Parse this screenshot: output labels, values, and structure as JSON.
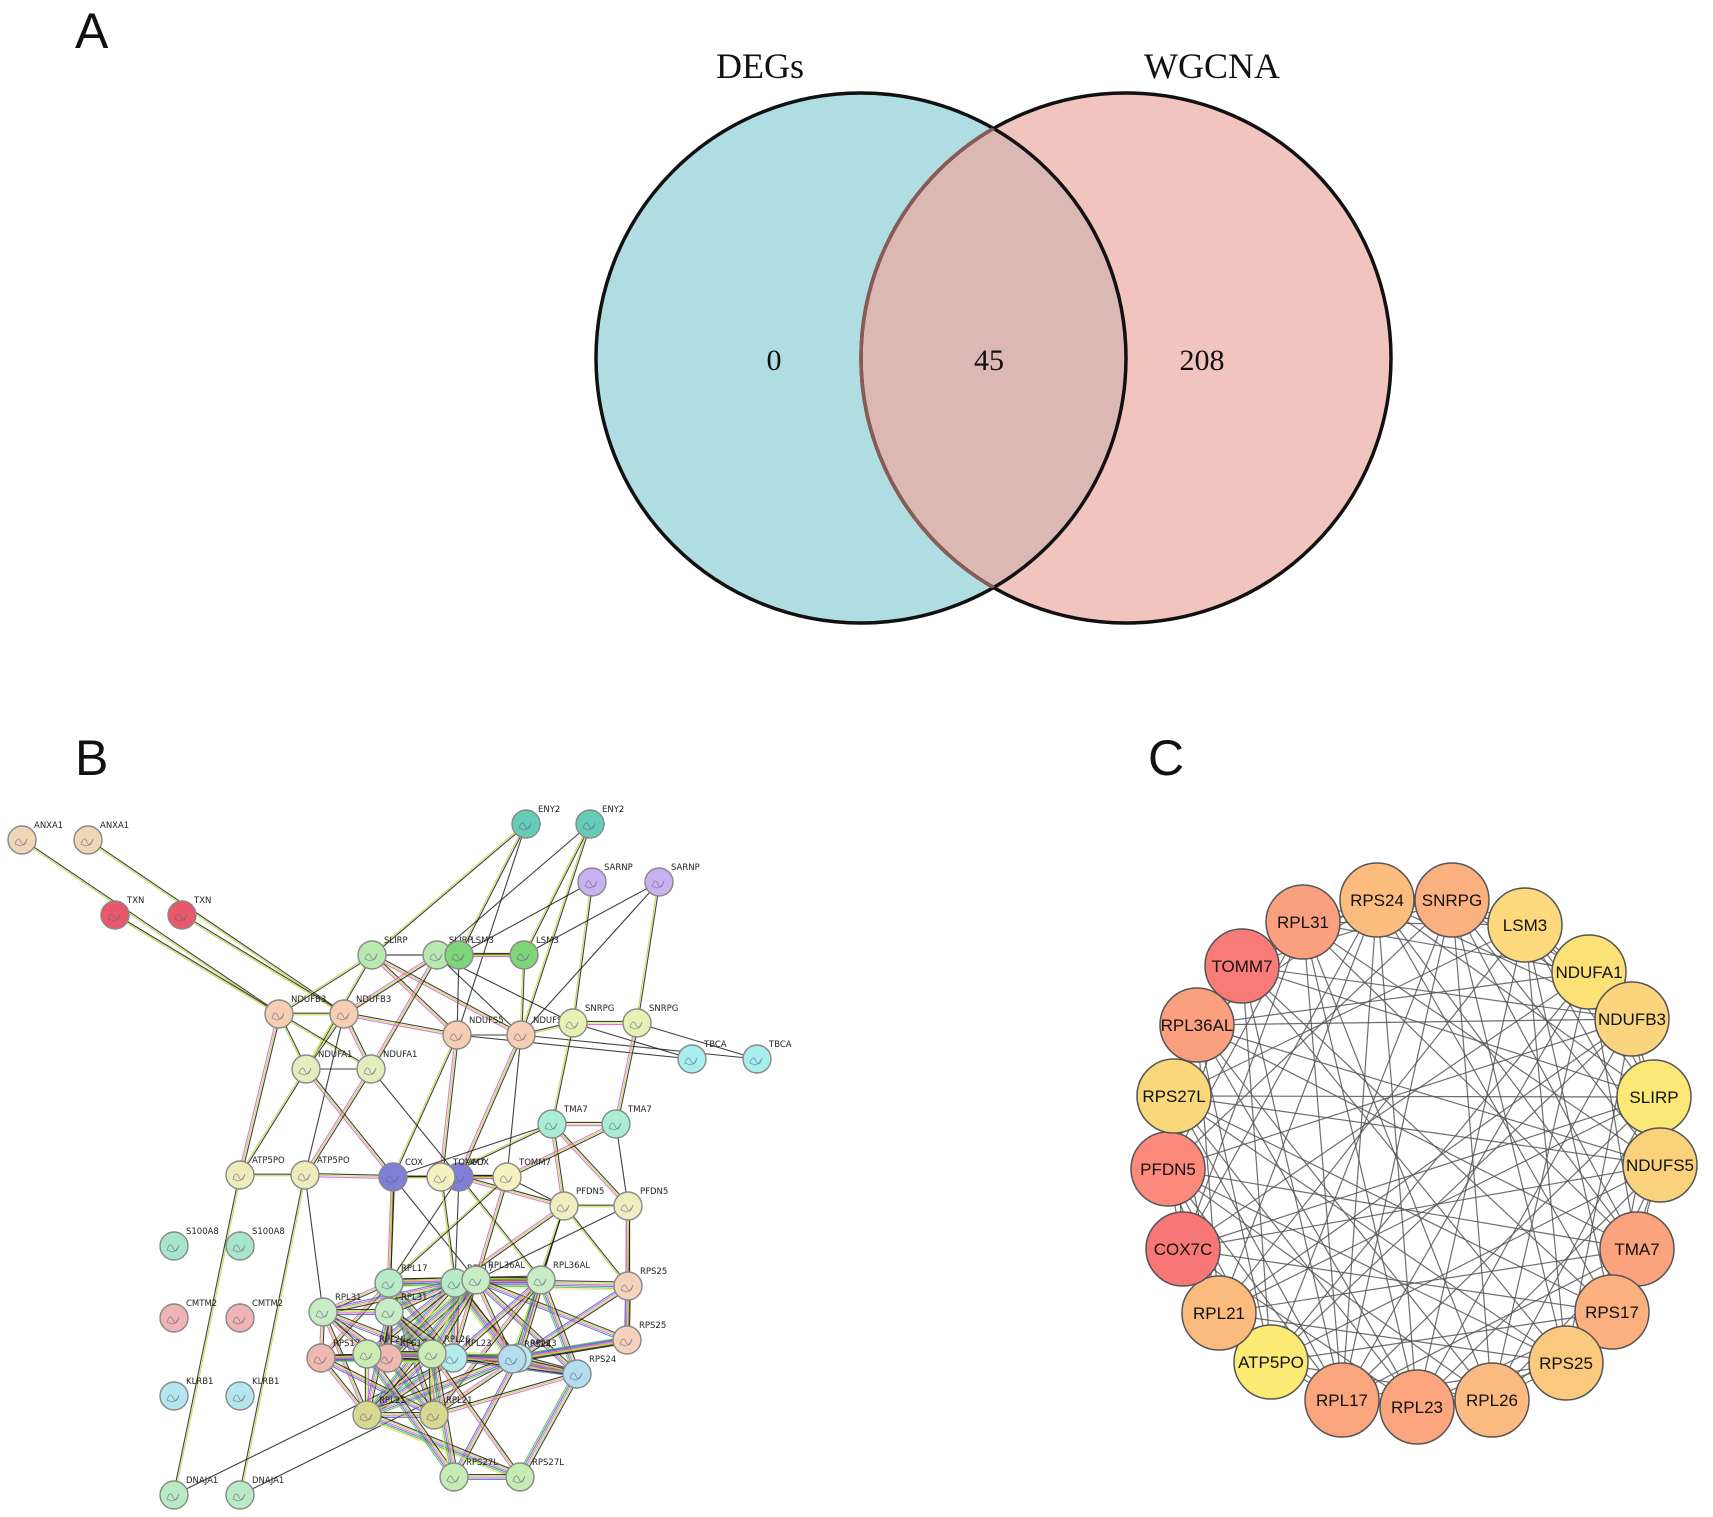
{
  "panels": {
    "a": {
      "letter": "A"
    },
    "b": {
      "letter": "B"
    },
    "c": {
      "letter": "C"
    }
  },
  "venn": {
    "sets": [
      {
        "name": "DEGs",
        "color": "#b0dde2"
      },
      {
        "name": "WGCNA",
        "color": "#f2c4bf"
      }
    ],
    "overlap_color": "#dbb8b3",
    "counts": {
      "degs_only": "0",
      "intersection": "45",
      "wgcna_only": "208"
    }
  },
  "string_network": {
    "nodes": [
      {
        "label": "ANXA1",
        "color": "#f1d5b7"
      },
      {
        "label": "ANXA1",
        "color": "#f1d5b7"
      },
      {
        "label": "TXN",
        "color": "#e8576a"
      },
      {
        "label": "TXN",
        "color": "#e8576a"
      },
      {
        "label": "ENY2",
        "color": "#66ccb8"
      },
      {
        "label": "ENY2",
        "color": "#66ccb8"
      },
      {
        "label": "SARNP",
        "color": "#c9b2f0"
      },
      {
        "label": "SARNP",
        "color": "#c9b2f0"
      },
      {
        "label": "SLIRP",
        "color": "#b8eab0"
      },
      {
        "label": "SLIRP",
        "color": "#b8eab0"
      },
      {
        "label": "LSM3",
        "color": "#7fd67a"
      },
      {
        "label": "LSM3",
        "color": "#7fd67a"
      },
      {
        "label": "NDUFB3",
        "color": "#f5ceb3"
      },
      {
        "label": "NDUFB3",
        "color": "#f5ceb3"
      },
      {
        "label": "NDUFS5",
        "color": "#f5ceb3"
      },
      {
        "label": "NDUFS5",
        "color": "#f5ceb3"
      },
      {
        "label": "SNRPG",
        "color": "#e6f2b4"
      },
      {
        "label": "SNRPG",
        "color": "#e6f2b4"
      },
      {
        "label": "TBCA",
        "color": "#a8eeee"
      },
      {
        "label": "TBCA",
        "color": "#a8eeee"
      },
      {
        "label": "NDUFA1",
        "color": "#e4eebc"
      },
      {
        "label": "NDUFA1",
        "color": "#e4eebc"
      },
      {
        "label": "TMA7",
        "color": "#a8eed2"
      },
      {
        "label": "TMA7",
        "color": "#a8eed2"
      },
      {
        "label": "ATP5PO",
        "color": "#eeecbb"
      },
      {
        "label": "ATP5PO",
        "color": "#eeecbb"
      },
      {
        "label": "COX",
        "color": "#7f7fd8"
      },
      {
        "label": "COX",
        "color": "#7f7fd8"
      },
      {
        "label": "TOMM7",
        "color": "#f5f2c0"
      },
      {
        "label": "TOMM7",
        "color": "#f5f2c0"
      },
      {
        "label": "PFDN5",
        "color": "#eeeec0"
      },
      {
        "label": "PFDN5",
        "color": "#eeeec0"
      },
      {
        "label": "S100A8",
        "color": "#a8e6cc"
      },
      {
        "label": "S100A8",
        "color": "#a8e6cc"
      },
      {
        "label": "CMTM2",
        "color": "#f0b4b4"
      },
      {
        "label": "CMTM2",
        "color": "#f0b4b4"
      },
      {
        "label": "KLRB1",
        "color": "#b4e6f0"
      },
      {
        "label": "KLRB1",
        "color": "#b4e6f0"
      },
      {
        "label": "DNAJA1",
        "color": "#b8ebc4"
      },
      {
        "label": "DNAJA1",
        "color": "#b8ebc4"
      },
      {
        "label": "RPL17",
        "color": "#b8ecc8"
      },
      {
        "label": "RPL17",
        "color": "#b8ecc8"
      },
      {
        "label": "RPL36AL",
        "color": "#c8ecc4"
      },
      {
        "label": "RPL36AL",
        "color": "#c8ecc4"
      },
      {
        "label": "RPL31",
        "color": "#c8ecc4"
      },
      {
        "label": "RPL31",
        "color": "#c8ecc4"
      },
      {
        "label": "RPS25",
        "color": "#f5d2bc"
      },
      {
        "label": "RPS25",
        "color": "#f5d2bc"
      },
      {
        "label": "RPS17",
        "color": "#f0b8b0"
      },
      {
        "label": "RPS17",
        "color": "#f0b8b0"
      },
      {
        "label": "RPL23",
        "color": "#b4ecec"
      },
      {
        "label": "RPL23",
        "color": "#b4ecec"
      },
      {
        "label": "RPL21",
        "color": "#d8d890"
      },
      {
        "label": "RPL21",
        "color": "#d8d890"
      },
      {
        "label": "RPS24",
        "color": "#b4ddee"
      },
      {
        "label": "RPS24",
        "color": "#b4ddee"
      },
      {
        "label": "RPL26",
        "color": "#cdecb4"
      },
      {
        "label": "RPL26",
        "color": "#cdecb4"
      },
      {
        "label": "RPS27L",
        "color": "#c4ecb4"
      },
      {
        "label": "RPS27L",
        "color": "#c4ecb4"
      }
    ],
    "edge_colors": [
      "#202020",
      "#b9d833",
      "#e05bd0",
      "#3f6fd0",
      "#57c23a",
      "#e8e070"
    ]
  },
  "hub_network": {
    "nodes": [
      {
        "label": "RPS24",
        "color": "#fbbc7e"
      },
      {
        "label": "SNRPG",
        "color": "#fbb07f"
      },
      {
        "label": "LSM3",
        "color": "#fbd97c"
      },
      {
        "label": "NDUFA1",
        "color": "#fbe176"
      },
      {
        "label": "NDUFB3",
        "color": "#fbd57d"
      },
      {
        "label": "SLIRP",
        "color": "#fbe876"
      },
      {
        "label": "NDUFS5",
        "color": "#fbd27c"
      },
      {
        "label": "TMA7",
        "color": "#fba27e"
      },
      {
        "label": "RPS17",
        "color": "#fbb07f"
      },
      {
        "label": "RPS25",
        "color": "#fbc97d"
      },
      {
        "label": "RPL26",
        "color": "#fbba7f"
      },
      {
        "label": "RPL23",
        "color": "#fba57f"
      },
      {
        "label": "RPL17",
        "color": "#fba57f"
      },
      {
        "label": "ATP5PO",
        "color": "#fbea74"
      },
      {
        "label": "RPL21",
        "color": "#fbbb7f"
      },
      {
        "label": "COX7C",
        "color": "#f77777"
      },
      {
        "label": "PFDN5",
        "color": "#fb8a7d"
      },
      {
        "label": "RPS27L",
        "color": "#fbd77c"
      },
      {
        "label": "RPL36AL",
        "color": "#fba07e"
      },
      {
        "label": "TOMM7",
        "color": "#f97b78"
      },
      {
        "label": "RPL31",
        "color": "#fba07e"
      }
    ],
    "edge_color": "#555555"
  }
}
